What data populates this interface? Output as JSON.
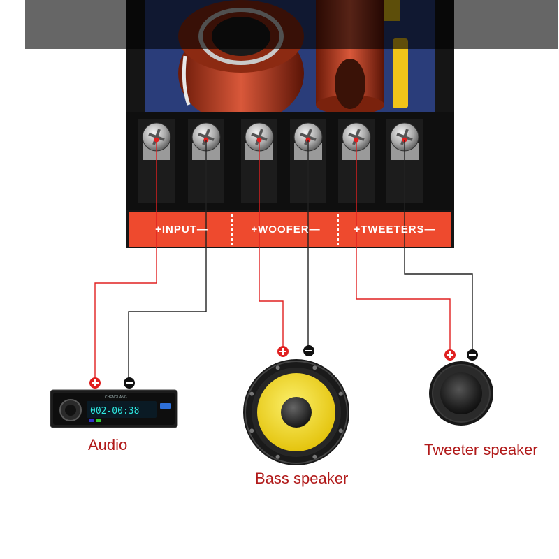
{
  "crossover": {
    "sections": [
      {
        "id": "input",
        "label": "+INPUT—"
      },
      {
        "id": "woofer",
        "label": "+WOOFER—"
      },
      {
        "id": "tweeters",
        "label": "+TWEETERS—"
      }
    ],
    "terminal_count": 6
  },
  "devices": {
    "audio": {
      "caption": "Audio",
      "display_text": "002-00:38",
      "brand_text": "CHENGLANG"
    },
    "bass": {
      "caption": "Bass speaker"
    },
    "tweeter": {
      "caption": "Tweeter speaker"
    }
  },
  "colors": {
    "positive_wire": "#e02020",
    "negative_wire": "#222222",
    "label_band": "#ee4a2e",
    "caption_text": "#b11a1a",
    "woofer_cone": "#f2dd1a"
  },
  "icons": {
    "positive": "plus-icon",
    "negative": "minus-icon"
  }
}
